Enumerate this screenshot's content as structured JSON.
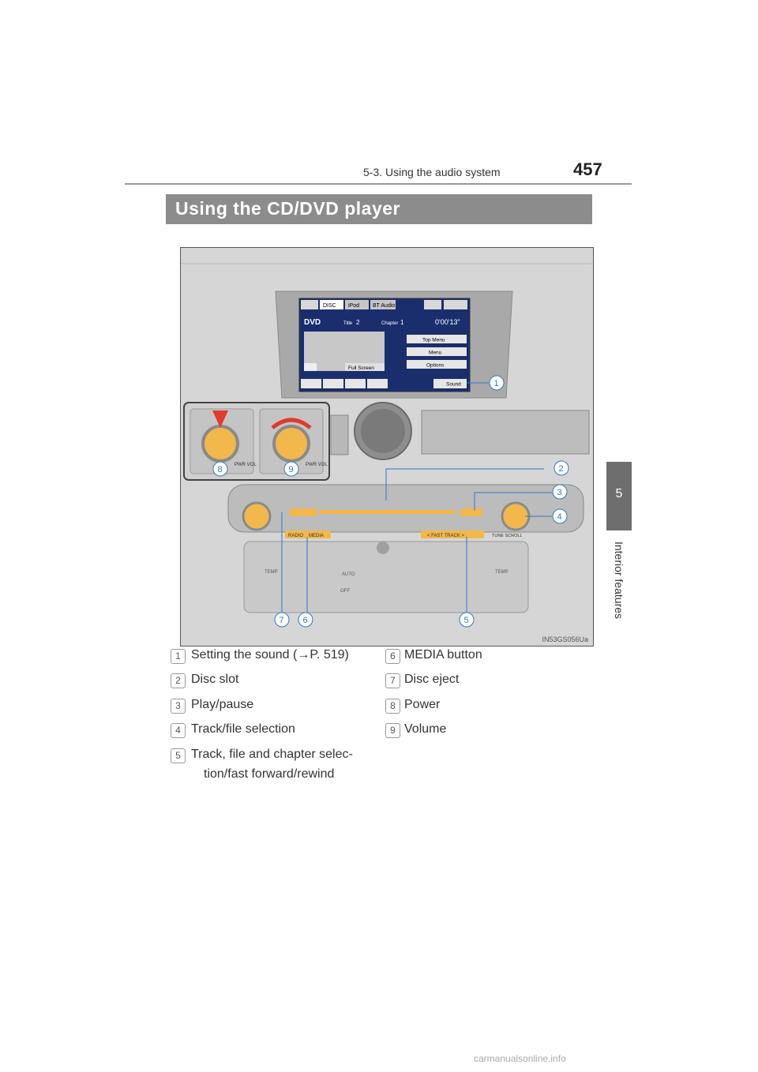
{
  "header": {
    "running_title": "5-3. Using the audio system",
    "page_number": "457"
  },
  "side_tab": {
    "chapter_number": "5",
    "chapter_label": "Interior features"
  },
  "section": {
    "title": "Using the CD/DVD player"
  },
  "figure": {
    "code": "IN53GS056Ua",
    "screen": {
      "tabs": [
        "DISC",
        "iPod",
        "BT Audio"
      ],
      "source": "DVD",
      "title_label": "Title",
      "title_value": "2",
      "chapter_label": "Chapter",
      "chapter_value": "1",
      "time": "0'00'13\"",
      "menu_buttons": [
        "Top Menu",
        "Menu",
        "Options"
      ],
      "full_screen": "Full Screen",
      "sound": "Sound"
    },
    "labels": {
      "pwr_vol": "PWR VOL",
      "radio": "RADIO",
      "media": "MEDIA",
      "fast_track": "< FAST TRACK >",
      "tune_scroll": "TUNE SCROLL",
      "temp": "TEMP",
      "auto": "AUTO",
      "off": "OFF"
    },
    "callouts": [
      "1",
      "2",
      "3",
      "4",
      "5",
      "6",
      "7",
      "8",
      "9"
    ]
  },
  "legend": [
    {
      "num": "1",
      "text": "Setting the sound (→P. 519)"
    },
    {
      "num": "2",
      "text": "Disc slot"
    },
    {
      "num": "3",
      "text": "Play/pause"
    },
    {
      "num": "4",
      "text": "Track/file selection"
    },
    {
      "num": "5",
      "text": "Track, file and chapter selec-",
      "text2": "tion/fast forward/rewind"
    },
    {
      "num": "6",
      "text": "MEDIA button"
    },
    {
      "num": "7",
      "text": "Disc eject"
    },
    {
      "num": "8",
      "text": "Power"
    },
    {
      "num": "9",
      "text": "Volume"
    }
  ],
  "footer": "carmanualsonline.info",
  "colors": {
    "accent_knob": "#f2b84b",
    "callout_line": "#2f77c8",
    "title_bar": "#8c8c8c"
  }
}
